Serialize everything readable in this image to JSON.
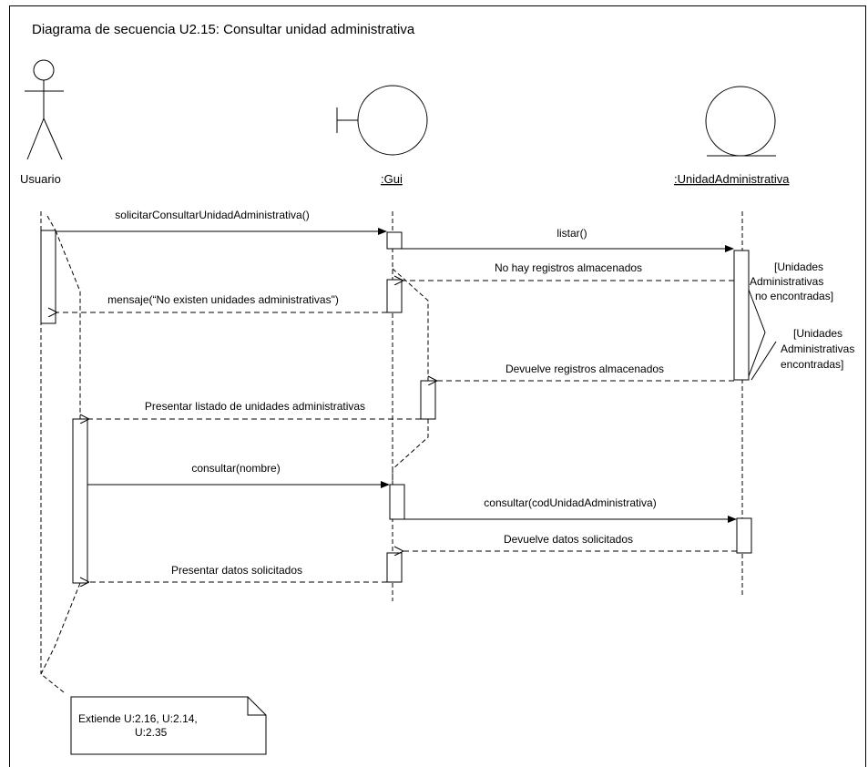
{
  "diagram": {
    "title": "Diagrama de secuencia U2.15: Consultar unidad administrativa",
    "lifelines": {
      "usuario": "Usuario",
      "gui": ":Gui",
      "unidad": ":UnidadAdministrativa"
    },
    "messages": {
      "m1": "solicitarConsultarUnidadAdministrativa()",
      "m2": "listar()",
      "m3": "No hay registros almacenados",
      "m4": "mensaje(“No existen unidades administrativas\")",
      "m5": "Devuelve registros almacenados",
      "m6": "Presentar listado de unidades administrativas",
      "m7": "consultar(nombre)",
      "m8": "consultar(codUnidadAdministrativa)",
      "m9": "Devuelve datos solicitados",
      "m10": "Presentar datos solicitados"
    },
    "guards": {
      "no_encontradas": [
        "[Unidades",
        "Administrativas",
        "no encontradas]"
      ],
      "encontradas": [
        "[Unidades",
        "Administrativas",
        "encontradas]"
      ]
    },
    "note": [
      "Extiende U:2.16, U:2.14,",
      "U:2.35"
    ]
  }
}
